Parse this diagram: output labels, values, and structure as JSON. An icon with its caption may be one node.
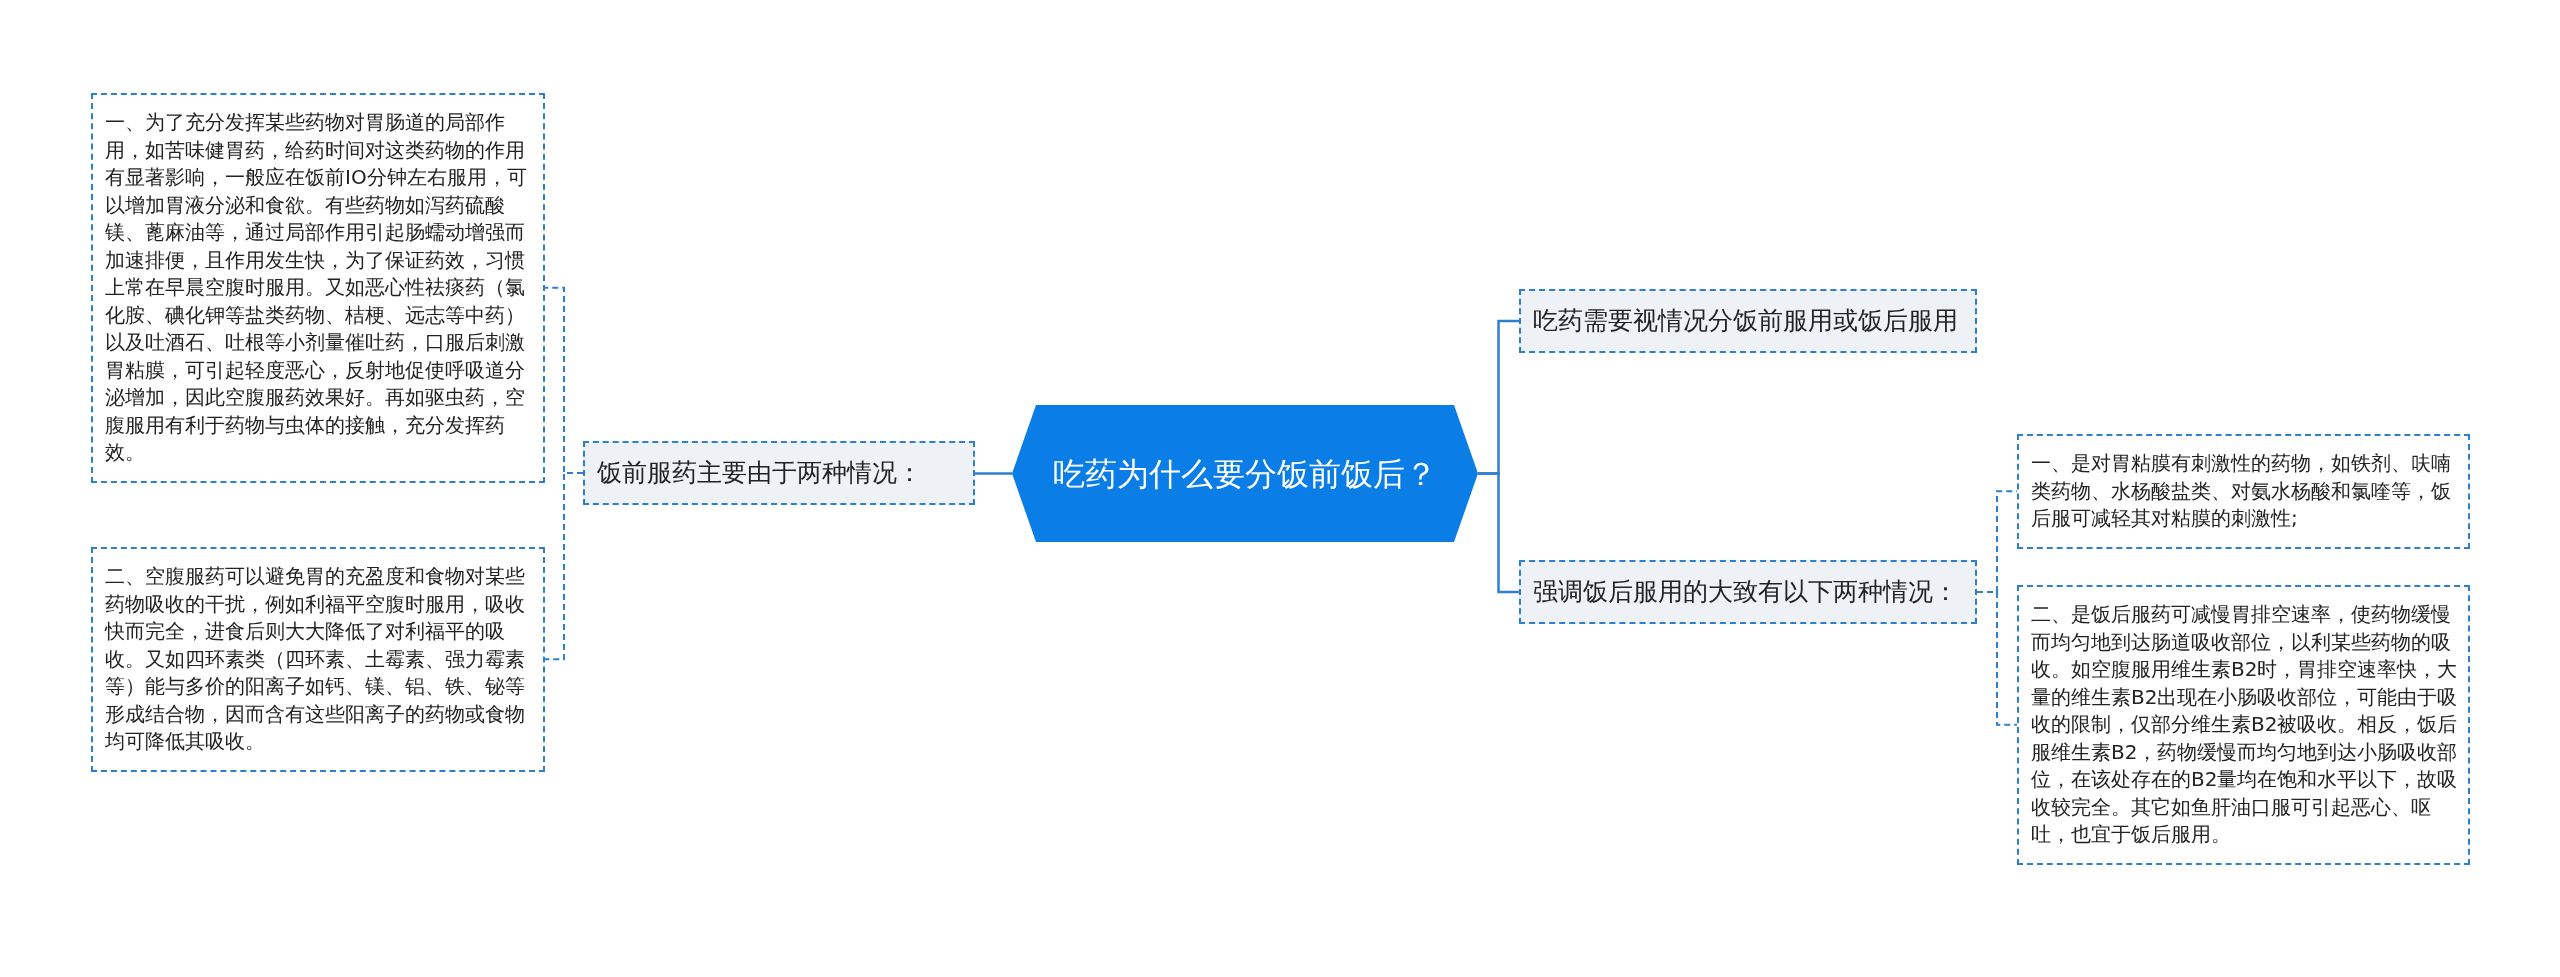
{
  "diagram": {
    "nodes": [
      {
        "text": [
          "吃药为什么要分饭前饭后？"
        ]
      },
      {
        "text": [
          "饭前服药主要由于两种情况："
        ]
      },
      {
        "text": [
          "一、为了充分发挥某些药物对胃肠道的局部作用，如苦味健胃药，给药时间对这类药物的作用有显著影响，一般应在饭前IO分钟左右服用，可以增加胃液分泌和食欲。有些药物如泻药硫酸镁、蓖麻油等，通过局部作用引起肠蠕动增强而加速排便，且作用发生快，为了保证药效，习惯上常在早晨空腹时服用。又如恶心性祛痰药（氯化胺、碘化钾等盐类药物、桔梗、远志等中药）以及吐酒石、吐根等小剂量催吐药，口服后刺激胃粘膜，可引起轻度恶心，反射地促使呼吸道分泌增加，因此空腹服药效果好。再如驱虫药，空腹服用有利于药物与虫体的接触，充分发挥药效。"
        ]
      },
      {
        "text": [
          "二、空腹服药可以避免胃的充盈度和食物对某些药物吸收的干扰，例如利福平空腹时服用，吸收快而完全，进食后则大大降低了对利福平的吸收。又如四环素类（四环素、土霉素、强力霉素等）能与多价的阳离子如钙、镁、铝、铁、铋等形成结合物，因而含有这些阳离子的药物或食物均可降低其吸收。"
        ]
      },
      {
        "text": [
          "吃药需要视情况分饭前服用或饭后服用"
        ]
      },
      {
        "text": [
          "强调饭后服用的大致有以下两种情况："
        ]
      },
      {
        "text": [
          "一、是对胃粘膜有刺激性的药物，如铁剂、呋喃类药物、水杨酸盐类、对氨水杨酸和氯喹等，饭后服可减轻其对粘膜的刺激性;"
        ]
      },
      {
        "text": [
          "二、是饭后服药可减慢胃排空速率，使药物缓慢而均匀地到达肠道吸收部位，以利某些药物的吸收。如空腹服用维生素B2时，胃排空速率快，大量的维生素B2出现在小肠吸收部位，可能由于吸收的限制，仅部分维生素B2被吸收。相反，饭后服维生素B2，药物缓慢而均匀地到达小肠吸收部位，在该处存在的B2量均在饱和水平以下，故吸收较完全。其它如鱼肝油口服可引起恶心、呕吐，也宜于饭后服用。"
        ]
      }
    ],
    "edges": [
      {
        "from": 0,
        "to": 1,
        "arrow": "none"
      },
      {
        "from": 1,
        "to": 2,
        "arrow": "none",
        "style": "dashed"
      },
      {
        "from": 1,
        "to": 3,
        "arrow": "none",
        "style": "dashed"
      },
      {
        "from": 0,
        "to": 4,
        "arrow": "none"
      },
      {
        "from": 0,
        "to": 5,
        "arrow": "none"
      },
      {
        "from": 5,
        "to": 6,
        "arrow": "none",
        "style": "dashed"
      },
      {
        "from": 5,
        "to": 7,
        "arrow": "none",
        "style": "dashed"
      }
    ]
  }
}
